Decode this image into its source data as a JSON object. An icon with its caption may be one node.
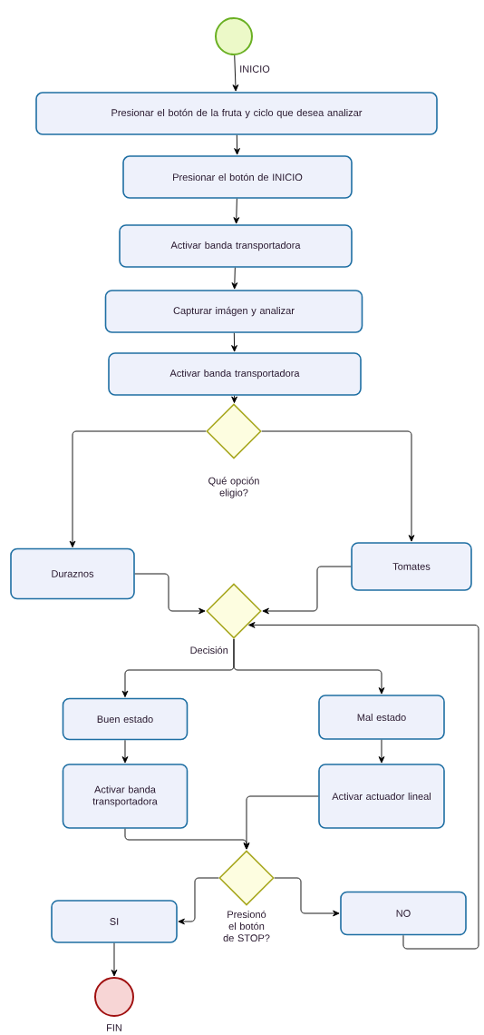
{
  "diagram": {
    "nodes": [
      {
        "text": [],
        "shape": "circle",
        "beside": [
          "INICIO"
        ]
      },
      {
        "text": [
          "Presionar el botón de la fruta y ciclo que desea analizar"
        ]
      },
      {
        "text": [
          "Presionar el botón de INICIO"
        ]
      },
      {
        "text": [
          "Activar banda transportadora"
        ]
      },
      {
        "text": [
          "Capturar imágen y analizar"
        ]
      },
      {
        "text": [
          "Activar banda transportadora"
        ]
      },
      {
        "text": [],
        "shape": "diamond",
        "beside": [
          "Qué opción eligio?"
        ]
      },
      {
        "text": [
          "Duraznos"
        ]
      },
      {
        "text": [
          "Tomates"
        ]
      },
      {
        "text": [],
        "shape": "diamond",
        "beside": [
          "Decisión"
        ]
      },
      {
        "text": [
          "Buen estado"
        ]
      },
      {
        "text": [
          "Mal estado"
        ]
      },
      {
        "text": [
          "Activar banda transportadora"
        ]
      },
      {
        "text": [
          "Activar actuador lineal"
        ]
      },
      {
        "text": [],
        "shape": "diamond",
        "beside": [
          "Presionó el botón de STOP?"
        ]
      },
      {
        "text": [
          "SI"
        ]
      },
      {
        "text": [
          "NO"
        ]
      },
      {
        "text": [],
        "shape": "circle",
        "beside": [
          "FIN"
        ]
      }
    ],
    "edges": [
      {
        "from": 0,
        "to": 1,
        "arrow": "to"
      },
      {
        "from": 1,
        "to": 2,
        "arrow": "to"
      },
      {
        "from": 2,
        "to": 3,
        "arrow": "to"
      },
      {
        "from": 3,
        "to": 4,
        "arrow": "to"
      },
      {
        "from": 4,
        "to": 5,
        "arrow": "to"
      },
      {
        "from": 5,
        "to": 6,
        "arrow": "to"
      },
      {
        "from": 6,
        "to": 7,
        "arrow": "to"
      },
      {
        "from": 6,
        "to": 8,
        "arrow": "to"
      },
      {
        "from": 7,
        "to": 9,
        "arrow": "to"
      },
      {
        "from": 8,
        "to": 9,
        "arrow": "to"
      },
      {
        "from": 9,
        "to": 10,
        "arrow": "to"
      },
      {
        "from": 9,
        "to": 11,
        "arrow": "to"
      },
      {
        "from": 10,
        "to": 12,
        "arrow": "to"
      },
      {
        "from": 11,
        "to": 13,
        "arrow": "to"
      },
      {
        "from": 12,
        "to": 14,
        "arrow": "to"
      },
      {
        "from": 13,
        "to": 14,
        "arrow": "to"
      },
      {
        "from": 14,
        "to": 15,
        "arrow": "to"
      },
      {
        "from": 14,
        "to": 16,
        "arrow": "to"
      },
      {
        "from": 16,
        "to": 9,
        "arrow": "to"
      },
      {
        "from": 15,
        "to": 17,
        "arrow": "to"
      }
    ]
  }
}
